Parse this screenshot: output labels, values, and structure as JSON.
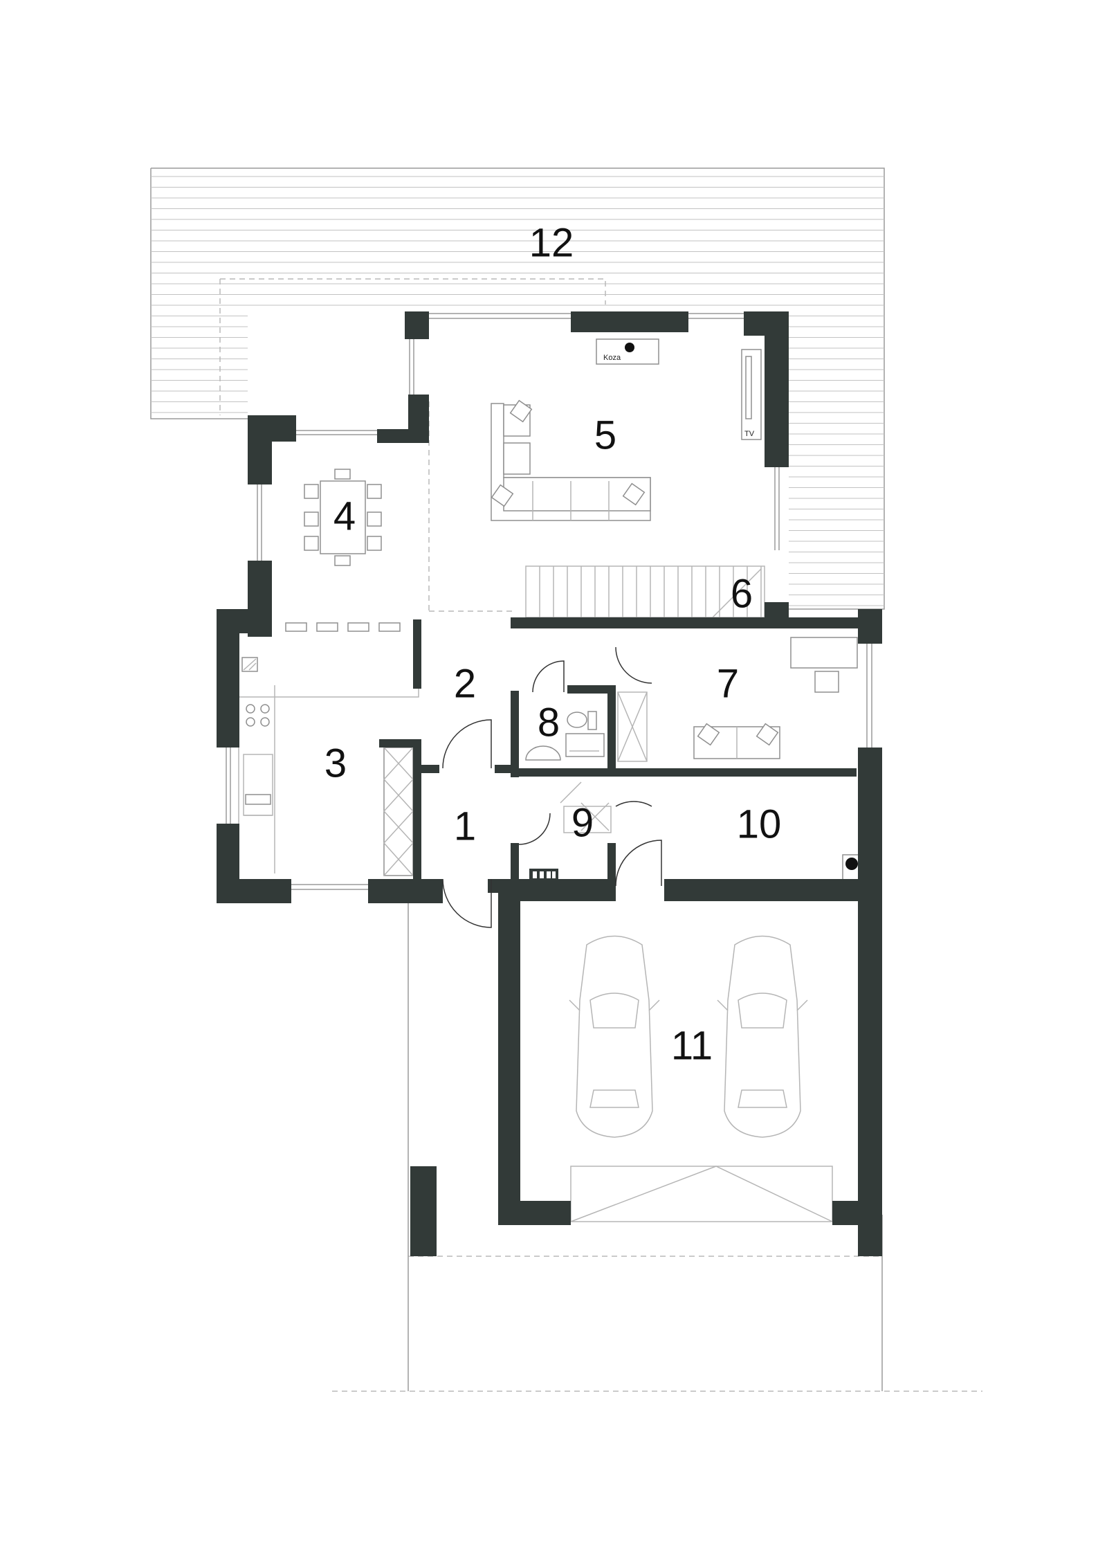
{
  "plan": {
    "rooms": [
      "1",
      "2",
      "3",
      "4",
      "5",
      "6",
      "7",
      "8",
      "9",
      "10",
      "11",
      "12"
    ],
    "labels": {
      "stove": "Koza",
      "tv": "TV"
    },
    "colors": {
      "wall": "#323a38",
      "line": "#9a9a9a",
      "background": "#ffffff"
    }
  }
}
